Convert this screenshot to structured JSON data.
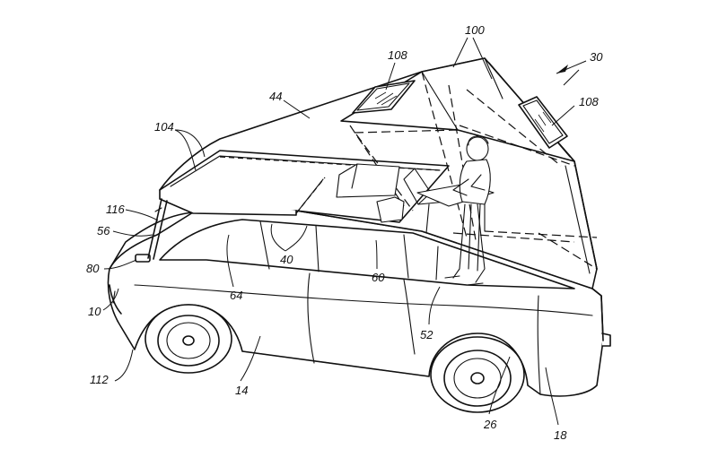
{
  "labels": {
    "ref_100": "100",
    "ref_108a": "108",
    "ref_108b": "108",
    "ref_30": "30",
    "ref_44": "44",
    "ref_104": "104",
    "ref_116": "116",
    "ref_56": "56",
    "ref_80": "80",
    "ref_10": "10",
    "ref_112": "112",
    "ref_64": "64",
    "ref_40": "40",
    "ref_60": "60",
    "ref_14": "14",
    "ref_52": "52",
    "ref_26": "26",
    "ref_18": "18"
  }
}
